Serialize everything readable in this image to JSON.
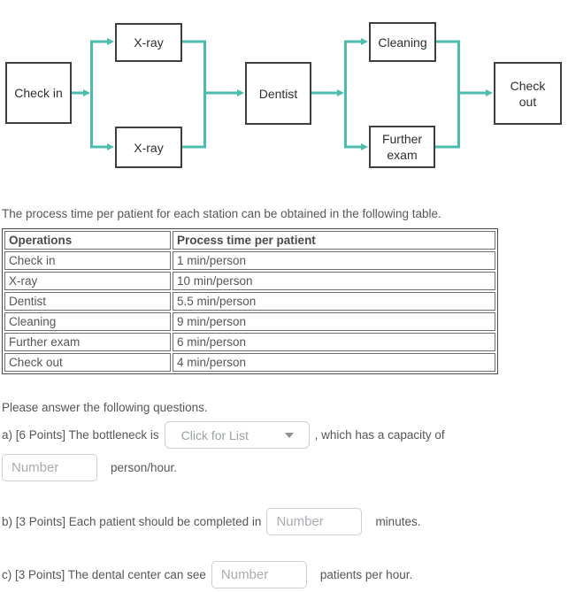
{
  "colors": {
    "accent_teal": "#4cbcad",
    "box_border": "#3e3e3e",
    "body_text": "#565656",
    "input_border": "#cfcfcf",
    "placeholder_text": "#a8acb0"
  },
  "icons": {
    "dropdown_caret": "chevron-down"
  },
  "diagram": {
    "boxes": [
      {
        "label": "Check in"
      },
      {
        "label": "X-ray"
      },
      {
        "label": "X-ray"
      },
      {
        "label": "Dentist"
      },
      {
        "label": "Cleaning"
      },
      {
        "label": "Further exam"
      },
      {
        "label": "Check out"
      }
    ]
  },
  "intro": {
    "table_caption": "The process time per patient for each station can be obtained in the following table.",
    "questions_lead": "Please answer the following questions."
  },
  "table": {
    "headers": [
      "Operations",
      "Process time per patient"
    ],
    "rows": [
      {
        "operation": "Check in",
        "time": "1 min/person"
      },
      {
        "operation": "X-ray",
        "time": "10 min/person"
      },
      {
        "operation": "Dentist",
        "time": "5.5 min/person"
      },
      {
        "operation": "Cleaning",
        "time": "9 min/person"
      },
      {
        "operation": "Further exam",
        "time": "6 min/person"
      },
      {
        "operation": "Check out",
        "time": "4 min/person"
      }
    ]
  },
  "questions": {
    "a": {
      "prefix": "a) [6 Points] The bottleneck is",
      "dropdown_placeholder": "Click for List",
      "middle": ", which has a capacity of",
      "input_placeholder": "Number",
      "suffix": "person/hour."
    },
    "b": {
      "prefix": "b) [3 Points] Each patient should be completed in",
      "input_placeholder": "Number",
      "suffix": "minutes."
    },
    "c": {
      "prefix": "c) [3 Points] The dental center can see",
      "input_placeholder": "Number",
      "suffix": "patients per hour."
    }
  }
}
